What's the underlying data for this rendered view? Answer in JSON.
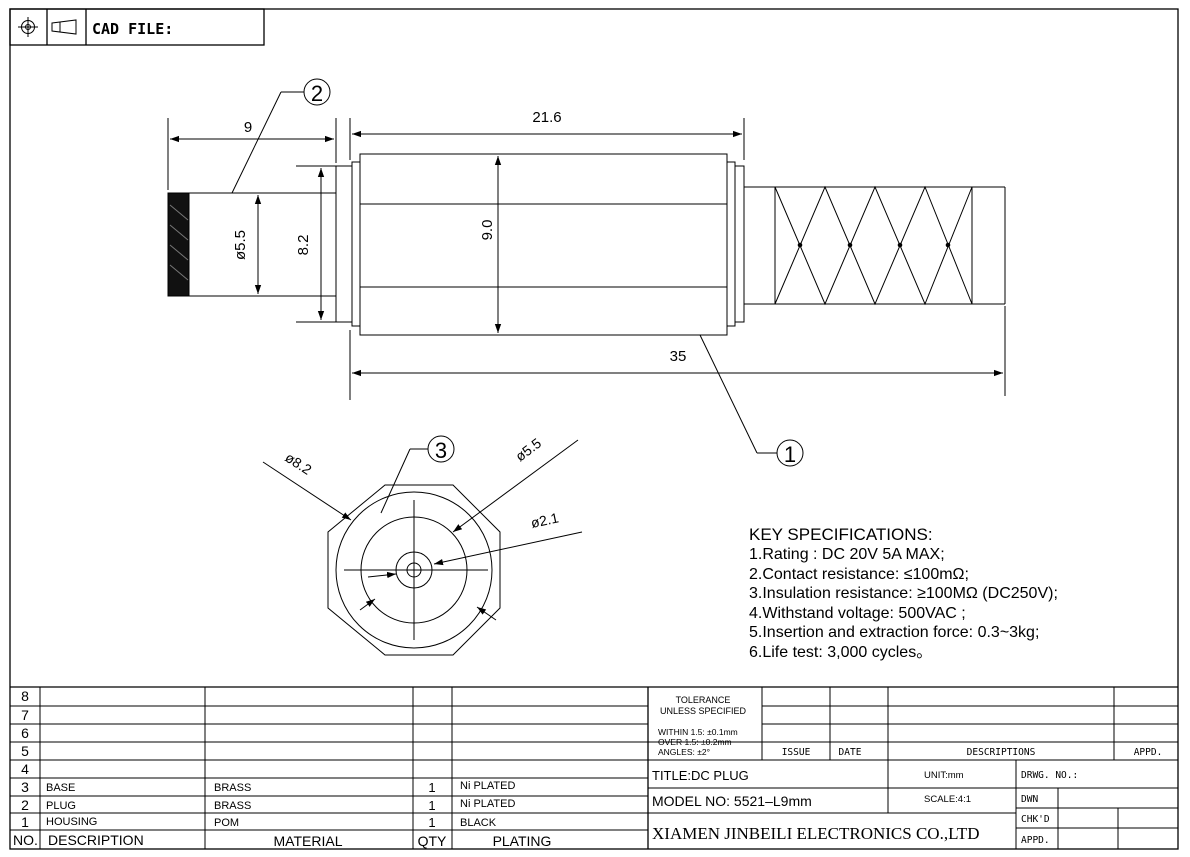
{
  "header": {
    "cad_label": "CAD FILE:"
  },
  "callouts": {
    "c1": "1",
    "c2": "2",
    "c3": "3"
  },
  "dimensions": {
    "d9": "9",
    "d21_6": "21.6",
    "d35": "35",
    "d9_0": "9.0",
    "d8_2": "8.2",
    "phi5_5": "ø5.5",
    "phi8_2_end": "ø8.2",
    "phi5_5_end": "ø5.5",
    "phi2_1_end": "ø2.1"
  },
  "specs": {
    "title": "KEY SPECIFICATIONS:",
    "items": [
      "1.Rating : DC 20V 5A MAX;",
      "2.Contact resistance: ≤100mΩ;",
      "3.Insulation resistance: ≥100MΩ (DC250V);",
      "4.Withstand voltage: 500VAC ;",
      "5.Insertion and extraction force: 0.3~3kg;",
      "6.Life test: 3,000 cycles。"
    ]
  },
  "bom": {
    "row_numbers": [
      "8",
      "7",
      "6",
      "5",
      "4"
    ],
    "rows": [
      {
        "no": "3",
        "description": "BASE",
        "material": "BRASS",
        "qty": "1",
        "plating": "Ni PLATED"
      },
      {
        "no": "2",
        "description": "PLUG",
        "material": "BRASS",
        "qty": "1",
        "plating": "Ni PLATED"
      },
      {
        "no": "1",
        "description": "HOUSING",
        "material": "POM",
        "qty": "1",
        "plating": "BLACK"
      }
    ],
    "headers": {
      "no": "NO.",
      "description": "DESCRIPTION",
      "material": "MATERIAL",
      "qty": "QTY",
      "plating": "PLATING"
    }
  },
  "title_block": {
    "tolerance_1": "TOLERANCE",
    "tolerance_2": "UNLESS SPECIFIED",
    "within": "WITHIN 1.5: ±0.1mm",
    "over": "OVER 1.5: ±0.2mm",
    "angles": "ANGLES: ±2°",
    "issue": "ISSUE",
    "date": "DATE",
    "descriptions": "DESCRIPTIONS",
    "appd": "APPD.",
    "title": "TITLE:DC PLUG",
    "unit": "UNIT:mm",
    "drwg_no": "DRWG. NO.:",
    "model": "MODEL NO: 5521–L9mm",
    "scale": "SCALE:4:1",
    "dwn": "DWN",
    "chkd": "CHK'D",
    "company": "XIAMEN JINBEILI ELECTRONICS CO.,LTD",
    "appd2": "APPD."
  }
}
